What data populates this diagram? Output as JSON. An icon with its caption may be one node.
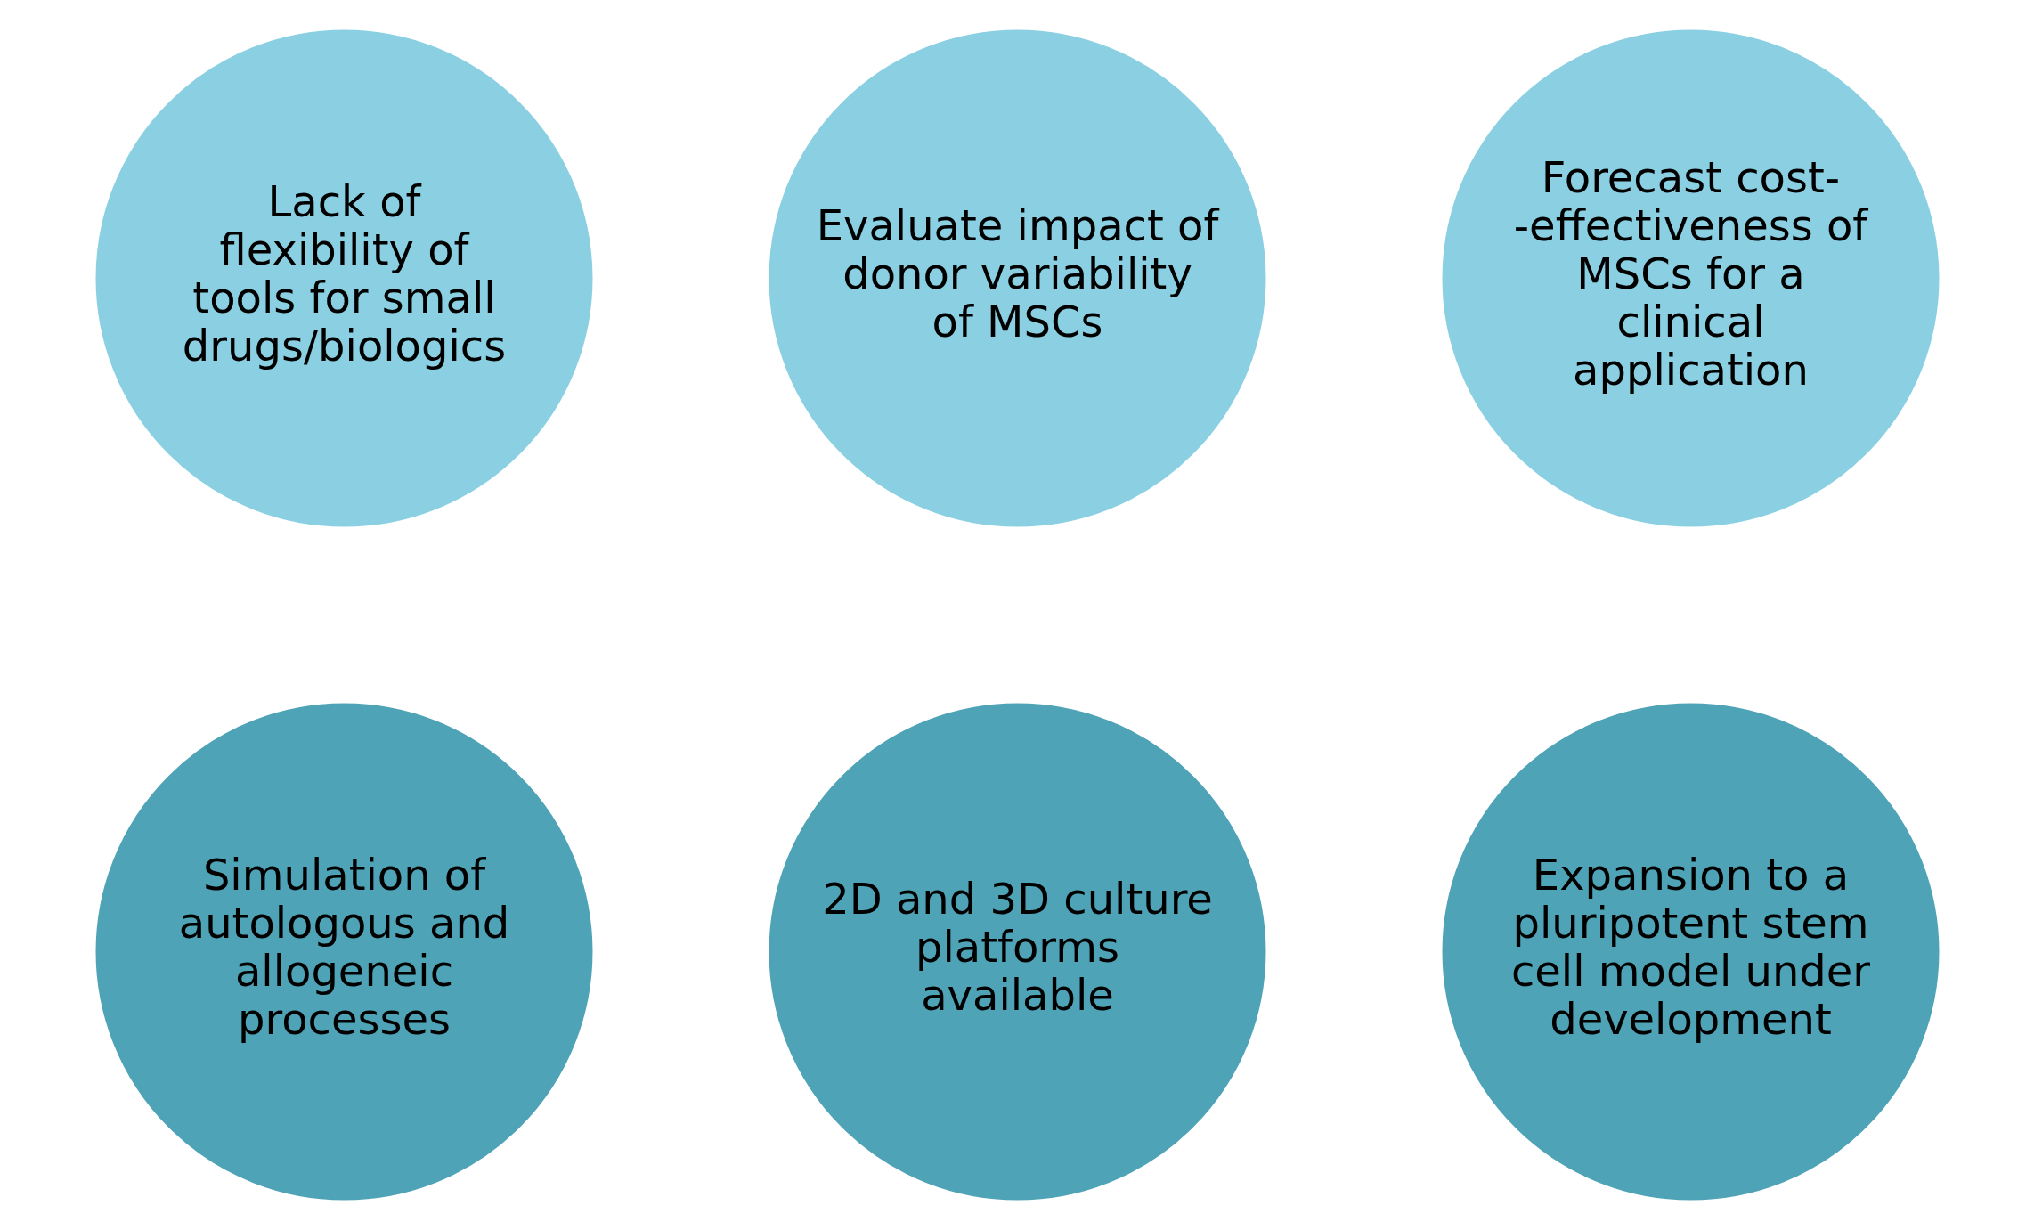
{
  "diagram": {
    "nodes": [
      {
        "text": [
          "Lack of flexibility of tools for small drugs/biologics"
        ]
      },
      {
        "text": [
          "Evaluate impact of donor variability of MSCs"
        ]
      },
      {
        "text": [
          "Forecast cost- -effectiveness of MSCs for a clinical application"
        ]
      },
      {
        "text": [
          "Simulation of autologous and allogeneic processes"
        ]
      },
      {
        "text": [
          "2D and 3D culture platforms available"
        ]
      },
      {
        "text": [
          "Expansion to a pluripotent stem cell model under development"
        ]
      }
    ],
    "edges": []
  }
}
